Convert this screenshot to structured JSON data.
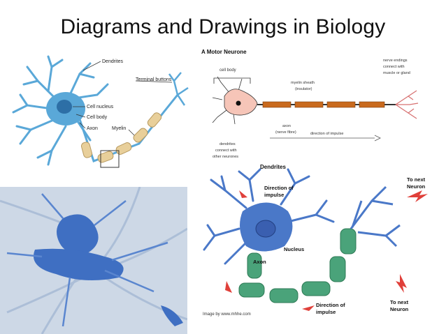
{
  "slide": {
    "title": "Diagrams and Drawings in Biology"
  },
  "diagram1": {
    "labels": {
      "dendrites": "Dendrites",
      "terminal_buttons": "Terminal buttons",
      "cell_nucleus": "Cell nucleus",
      "cell_body": "Cell body",
      "axon": "Axon",
      "myelin": "Myelin"
    },
    "colors": {
      "cell": "#5aa8d8",
      "nucleus": "#2d6fa6",
      "myelin": "#e8cf9a"
    }
  },
  "diagram2": {
    "title": "A Motor Neurone",
    "labels": {
      "cell_body": "cell body",
      "nerve_endings_1": "nerve endings",
      "nerve_endings_2": "connect with",
      "nerve_endings_3": "muscle or gland",
      "myelin_1": "myelin sheath",
      "myelin_2": "(insulator)",
      "axon_1": "axon",
      "axon_2": "(nerve fibre)",
      "direction": "direction of impulse",
      "dendrites_1": "dendrites",
      "dendrites_2": "connect with",
      "dendrites_3": "other neurones"
    },
    "colors": {
      "cell": "#f6c5b8",
      "myelin": "#c96a1e"
    }
  },
  "photo": {
    "colors": {
      "background": "#cdd8e6",
      "cell": "#3f6fc2"
    }
  },
  "diagram3": {
    "labels": {
      "dendrites": "Dendrites",
      "direction_1": "Direction of",
      "direction_2": "impulse",
      "nucleus": "Nucleus",
      "axon": "Axon",
      "direction_b1": "Direction of",
      "direction_b2": "impulse",
      "next_top_1": "To next",
      "next_top_2": "Neuron",
      "next_bottom_1": "To next",
      "next_bottom_2": "Neuron",
      "credit": "Image by www.mhhe.com"
    },
    "colors": {
      "cell": "#4a78c8",
      "myelin": "#4aa37a",
      "arrow": "#e0403a"
    }
  }
}
